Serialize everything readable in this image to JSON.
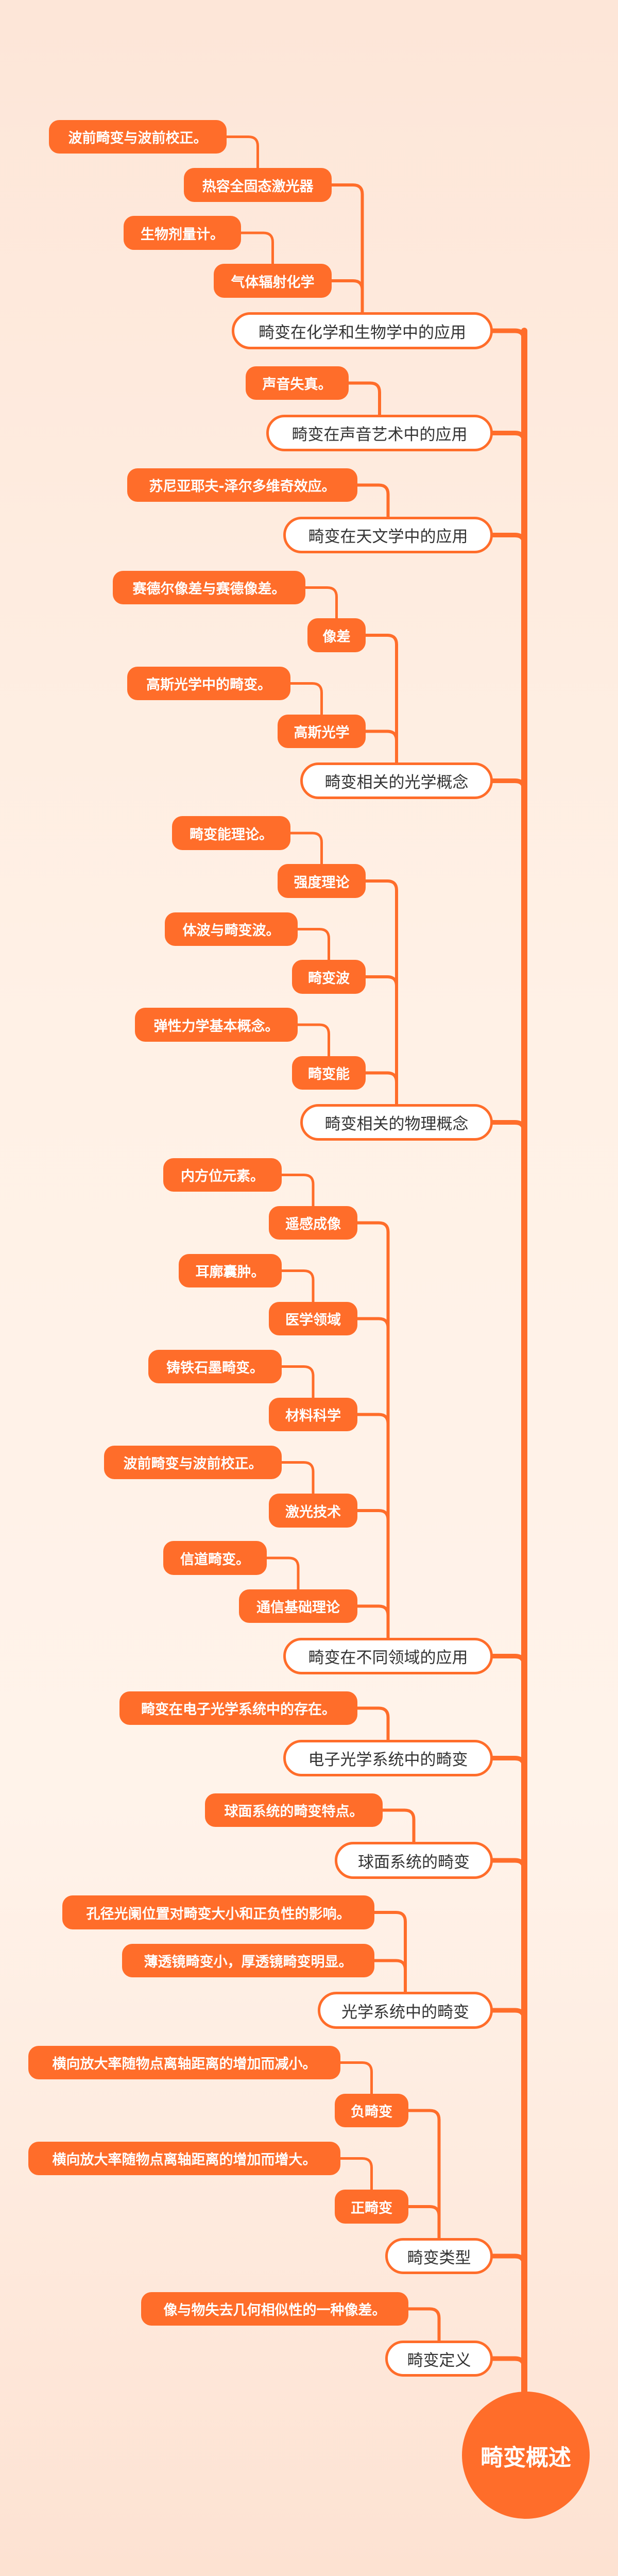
{
  "colors": {
    "accent": "#ff6d2a",
    "branch_fill": "#ffffff",
    "branch_text": "#333333",
    "leaf_text": "#ffffff"
  },
  "mindmap": {
    "root": {
      "label": "畸变概述"
    },
    "branches": [
      {
        "label": "畸变在化学和生物学中的应用",
        "children": [
          {
            "label": "热容全固态激光器",
            "children": [
              {
                "label": "波前畸变与波前校正。"
              }
            ]
          },
          {
            "label": "气体辐射化学",
            "children": [
              {
                "label": "生物剂量计。"
              }
            ]
          }
        ]
      },
      {
        "label": "畸变在声音艺术中的应用",
        "children": [
          {
            "label": "声音失真。"
          }
        ]
      },
      {
        "label": "畸变在天文学中的应用",
        "children": [
          {
            "label": "苏尼亚耶夫-泽尔多维奇效应。"
          }
        ]
      },
      {
        "label": "畸变相关的光学概念",
        "children": [
          {
            "label": "像差",
            "children": [
              {
                "label": "赛德尔像差与赛德像差。"
              }
            ]
          },
          {
            "label": "高斯光学",
            "children": [
              {
                "label": "高斯光学中的畸变。"
              }
            ]
          }
        ]
      },
      {
        "label": "畸变相关的物理概念",
        "children": [
          {
            "label": "强度理论",
            "children": [
              {
                "label": "畸变能理论。"
              }
            ]
          },
          {
            "label": "畸变波",
            "children": [
              {
                "label": "体波与畸变波。"
              }
            ]
          },
          {
            "label": "畸变能",
            "children": [
              {
                "label": "弹性力学基本概念。"
              }
            ]
          }
        ]
      },
      {
        "label": "畸变在不同领域的应用",
        "children": [
          {
            "label": "遥感成像",
            "children": [
              {
                "label": "内方位元素。"
              }
            ]
          },
          {
            "label": "医学领域",
            "children": [
              {
                "label": "耳廓囊肿。"
              }
            ]
          },
          {
            "label": "材料科学",
            "children": [
              {
                "label": "铸铁石墨畸变。"
              }
            ]
          },
          {
            "label": "激光技术",
            "children": [
              {
                "label": "波前畸变与波前校正。"
              }
            ]
          },
          {
            "label": "通信基础理论",
            "children": [
              {
                "label": "信道畸变。"
              }
            ]
          }
        ]
      },
      {
        "label": "电子光学系统中的畸变",
        "children": [
          {
            "label": "畸变在电子光学系统中的存在。"
          }
        ]
      },
      {
        "label": "球面系统的畸变",
        "children": [
          {
            "label": "球面系统的畸变特点。"
          }
        ]
      },
      {
        "label": "光学系统中的畸变",
        "children": [
          {
            "label": "孔径光阑位置对畸变大小和正负性的影响。"
          },
          {
            "label": "薄透镜畸变小，厚透镜畸变明显。"
          }
        ]
      },
      {
        "label": "畸变类型",
        "children": [
          {
            "label": "负畸变",
            "children": [
              {
                "label": "横向放大率随物点离轴距离的增加而减小。"
              }
            ]
          },
          {
            "label": "正畸变",
            "children": [
              {
                "label": "横向放大率随物点离轴距离的增加而增大。"
              }
            ]
          }
        ]
      },
      {
        "label": "畸变定义",
        "children": [
          {
            "label": "像与物失去几何相似性的一种像差。"
          }
        ]
      }
    ]
  }
}
